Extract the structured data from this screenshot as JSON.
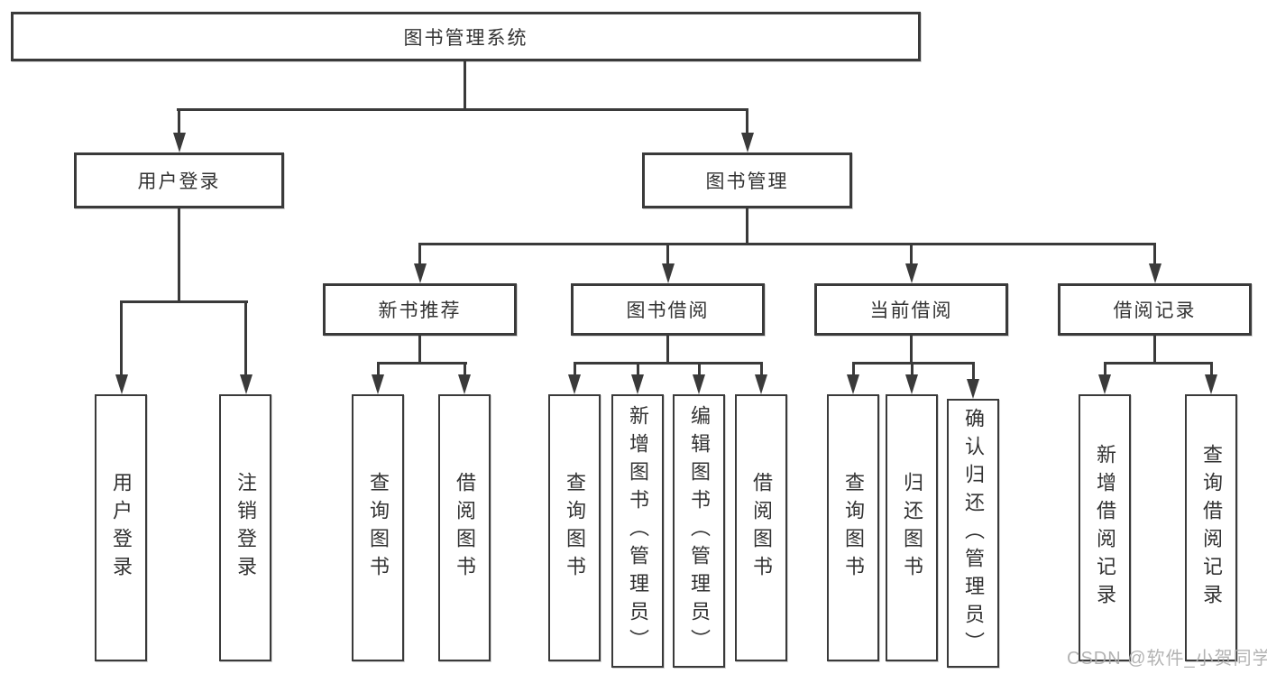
{
  "tree": {
    "title": "图书管理系统",
    "branches": [
      {
        "label": "用户登录",
        "children": [
          {
            "label": "用户登录"
          },
          {
            "label": "注销登录"
          }
        ]
      },
      {
        "label": "图书管理",
        "children": [
          {
            "label": "新书推荐",
            "children": [
              {
                "label": "查询图书"
              },
              {
                "label": "借阅图书"
              }
            ]
          },
          {
            "label": "图书借阅",
            "children": [
              {
                "label": "查询图书"
              },
              {
                "label": "新增图书（管理员）"
              },
              {
                "label": "编辑图书（管理员）"
              },
              {
                "label": "借阅图书"
              }
            ]
          },
          {
            "label": "当前借阅",
            "children": [
              {
                "label": "查询图书"
              },
              {
                "label": "归还图书"
              },
              {
                "label": "确认归还（管理员）"
              }
            ]
          },
          {
            "label": "借阅记录",
            "children": [
              {
                "label": "新增借阅记录"
              },
              {
                "label": "查询借阅记录"
              }
            ]
          }
        ]
      }
    ]
  },
  "watermark": "CSDN @软件_小贺同学",
  "colors": {
    "line": "#3a3a3a",
    "text": "#333333",
    "box_background": "#ffffff",
    "watermark": "#ababab"
  }
}
